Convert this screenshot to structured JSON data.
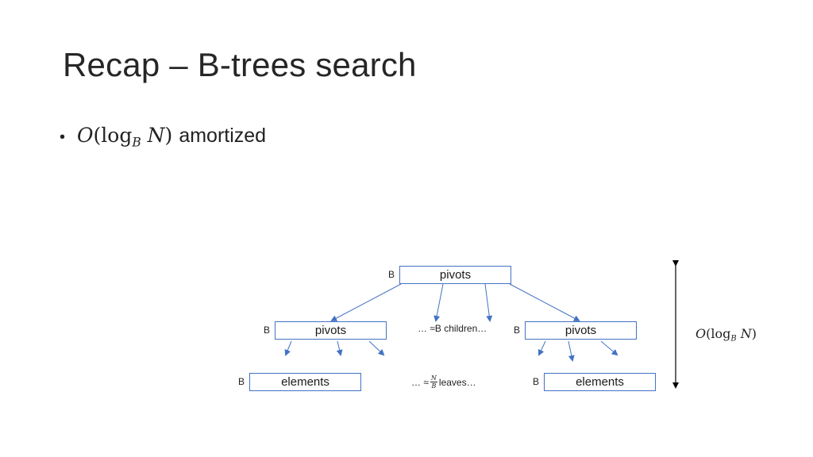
{
  "slide": {
    "title": "Recap – B-trees search",
    "bullet": {
      "symbol": "•",
      "math": {
        "O": "O",
        "paren_open": "(",
        "log": "log",
        "base": "B",
        "N": "N",
        "paren_close": ")"
      },
      "text": "amortized"
    }
  },
  "tree": {
    "root": {
      "b_label": "B",
      "label": "pivots"
    },
    "children_note": "… ≈B children…",
    "left_inner": {
      "b_label": "B",
      "label": "pivots"
    },
    "right_inner": {
      "b_label": "B",
      "label": "pivots"
    },
    "left_leaf": {
      "b_label": "B",
      "label": "elements"
    },
    "right_leaf": {
      "b_label": "B",
      "label": "elements"
    },
    "leaves_note": {
      "prefix": "… ≈",
      "frac_num": "N",
      "frac_den": "B",
      "suffix": " leaves…"
    },
    "height_label": {
      "O": "O",
      "paren_open": "(",
      "log": "log",
      "base": "B",
      "N": "N",
      "paren_close": ")"
    },
    "colors": {
      "box_border": "#4472c4",
      "arrow": "#4472c4",
      "height_arrow": "#000000"
    }
  }
}
